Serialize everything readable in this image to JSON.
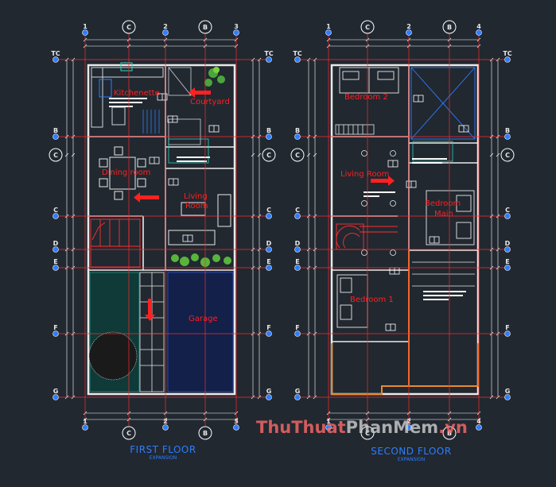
{
  "colors": {
    "background": "#212830",
    "grid": "#ff2a2a",
    "wall": "#e9e9e9",
    "accent": "#2f7dff",
    "dim": "#ffffff",
    "stair": "#ff3030"
  },
  "floor1": {
    "title": "FIRST FLOOR",
    "subtitle": "EXPANSION",
    "col_bubbles": [
      {
        "t": "1"
      },
      {
        "t": "C"
      },
      {
        "t": "2"
      },
      {
        "t": "B"
      },
      {
        "t": "3"
      }
    ],
    "row_bubbles": [
      {
        "t": "TC"
      },
      {
        "t": "B"
      },
      {
        "t": "C"
      },
      {
        "t": "D"
      },
      {
        "t": "E"
      },
      {
        "t": "F"
      },
      {
        "t": "G"
      }
    ],
    "rooms": {
      "kitchenette": "Kitchenette",
      "courtyard": "Courtyard",
      "dining": "Dining room",
      "living_1": "Living",
      "living_2": "Room",
      "garage": "Garage"
    }
  },
  "floor2": {
    "title": "SECOND FLOOR",
    "subtitle": "EXPANSION",
    "col_bubbles": [
      {
        "t": "1"
      },
      {
        "t": "C"
      },
      {
        "t": "2"
      },
      {
        "t": "B"
      },
      {
        "t": "4"
      }
    ],
    "row_bubbles": [
      {
        "t": "TC"
      },
      {
        "t": "B"
      },
      {
        "t": "C"
      },
      {
        "t": "D"
      },
      {
        "t": "E"
      },
      {
        "t": "F"
      },
      {
        "t": "G"
      }
    ],
    "rooms": {
      "bedroom2": "Bedroom 2",
      "living": "Living Room",
      "bedroom_main_1": "Bedroom",
      "bedroom_main_2": "Main",
      "bedroom1": "Bedroom 1"
    }
  },
  "watermark": {
    "part1": "ThuThuat",
    "part2": "PhanMem",
    "part3": ".vn"
  }
}
